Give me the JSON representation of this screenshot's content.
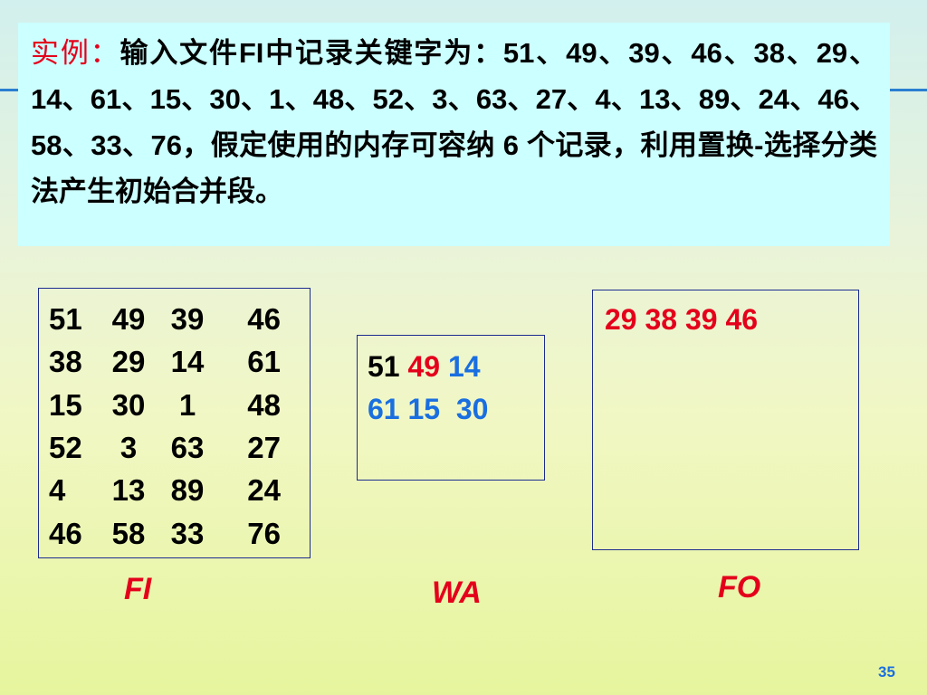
{
  "problem": {
    "label": "实例：",
    "text": "输入文件FI中记录关键字为：51、49、39、46、38、29、14、61、15、30、1、48、52、3、63、27、4、13、89、24、46、58、33、76，假定使用的内存可容纳 6 个记录，利用置换-选择分类法产生初始合并段。"
  },
  "fi": {
    "caption": "FI",
    "rows": [
      [
        "51",
        "49",
        "39",
        "46"
      ],
      [
        "38",
        "29",
        "14",
        "61"
      ],
      [
        "15",
        "30",
        "1",
        "48"
      ],
      [
        "52",
        "3",
        "63",
        "27"
      ],
      [
        "4",
        "13",
        "89",
        "24"
      ],
      [
        "46",
        "58",
        "33",
        "76"
      ]
    ]
  },
  "wa": {
    "caption": "WA",
    "line1": [
      {
        "text": "51",
        "color": "#000000"
      },
      {
        "text": "49",
        "color": "#e4001b"
      },
      {
        "text": "14",
        "color": "#1a6fe0"
      }
    ],
    "line2": [
      {
        "text": "61",
        "color": "#1a6fe0"
      },
      {
        "text": "15",
        "color": "#1a6fe0"
      },
      {
        "text": "30",
        "color": "#1a6fe0"
      }
    ]
  },
  "fo": {
    "caption": "FO",
    "values": "29 38 39 46"
  },
  "colors": {
    "red": "#e4001b",
    "blue": "#1a6fe0",
    "border": "#1c2b8f",
    "accent_line": "#2a7fd0",
    "problem_background": "#ccffff"
  },
  "slide_number": "35"
}
